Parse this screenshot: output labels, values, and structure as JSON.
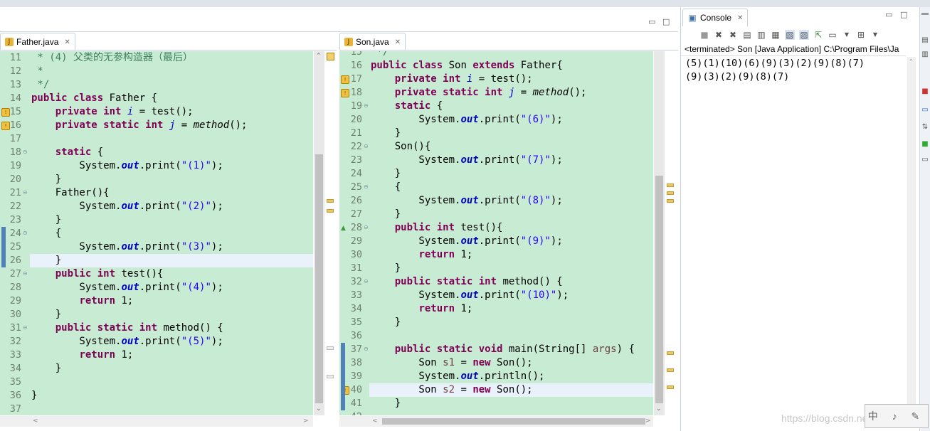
{
  "editor_left": {
    "tab_label": "Father.java",
    "first_line": 11,
    "lines": [
      [
        {
          "t": " * (4) 父类的无参构造器（最后）",
          "c": "cmt"
        }
      ],
      [
        {
          "t": " *",
          "c": "cmt"
        }
      ],
      [
        {
          "t": " */",
          "c": "cmt"
        }
      ],
      [
        {
          "t": "public class",
          "c": "kw"
        },
        {
          "t": " Father {"
        }
      ],
      [
        {
          "t": "    "
        },
        {
          "t": "private int",
          "c": "kw"
        },
        {
          "t": " "
        },
        {
          "t": "i",
          "c": "sfld"
        },
        {
          "t": " = test();"
        }
      ],
      [
        {
          "t": "    "
        },
        {
          "t": "private static int",
          "c": "kw"
        },
        {
          "t": " "
        },
        {
          "t": "j",
          "c": "sfld"
        },
        {
          "t": " = "
        },
        {
          "t": "method",
          "c": "mit"
        },
        {
          "t": "();"
        }
      ],
      [
        {
          "t": ""
        }
      ],
      [
        {
          "t": "    "
        },
        {
          "t": "static",
          "c": "kw"
        },
        {
          "t": " {"
        }
      ],
      [
        {
          "t": "        System."
        },
        {
          "t": "out",
          "c": "fld"
        },
        {
          "t": ".print("
        },
        {
          "t": "\"(1)\"",
          "c": "str"
        },
        {
          "t": ");"
        }
      ],
      [
        {
          "t": "    }"
        }
      ],
      [
        {
          "t": "    Father(){"
        }
      ],
      [
        {
          "t": "        System."
        },
        {
          "t": "out",
          "c": "fld"
        },
        {
          "t": ".print("
        },
        {
          "t": "\"(2)\"",
          "c": "str"
        },
        {
          "t": ");"
        }
      ],
      [
        {
          "t": "    }"
        }
      ],
      [
        {
          "t": "    {"
        }
      ],
      [
        {
          "t": "        System."
        },
        {
          "t": "out",
          "c": "fld"
        },
        {
          "t": ".print("
        },
        {
          "t": "\"(3)\"",
          "c": "str"
        },
        {
          "t": ");"
        }
      ],
      [
        {
          "t": "    }"
        }
      ],
      [
        {
          "t": "    "
        },
        {
          "t": "public int",
          "c": "kw"
        },
        {
          "t": " test(){"
        }
      ],
      [
        {
          "t": "        System."
        },
        {
          "t": "out",
          "c": "fld"
        },
        {
          "t": ".print("
        },
        {
          "t": "\"(4)\"",
          "c": "str"
        },
        {
          "t": ");"
        }
      ],
      [
        {
          "t": "        "
        },
        {
          "t": "return",
          "c": "kw"
        },
        {
          "t": " 1;"
        }
      ],
      [
        {
          "t": "    }"
        }
      ],
      [
        {
          "t": "    "
        },
        {
          "t": "public static int",
          "c": "kw"
        },
        {
          "t": " method() {"
        }
      ],
      [
        {
          "t": "        System."
        },
        {
          "t": "out",
          "c": "fld"
        },
        {
          "t": ".print("
        },
        {
          "t": "\"(5)\"",
          "c": "str"
        },
        {
          "t": ");"
        }
      ],
      [
        {
          "t": "        "
        },
        {
          "t": "return",
          "c": "kw"
        },
        {
          "t": " 1;"
        }
      ],
      [
        {
          "t": "    }"
        }
      ],
      [
        {
          "t": ""
        }
      ],
      [
        {
          "t": "}"
        }
      ],
      [
        {
          "t": ""
        }
      ]
    ]
  },
  "editor_right": {
    "tab_label": "Son.java",
    "first_line": 15,
    "lines": [
      [
        {
          "t": " */",
          "c": "cmt"
        }
      ],
      [
        {
          "t": "public class",
          "c": "kw"
        },
        {
          "t": " Son "
        },
        {
          "t": "extends",
          "c": "kw"
        },
        {
          "t": " Father{"
        }
      ],
      [
        {
          "t": "    "
        },
        {
          "t": "private int",
          "c": "kw"
        },
        {
          "t": " "
        },
        {
          "t": "i",
          "c": "sfld"
        },
        {
          "t": " = test();"
        }
      ],
      [
        {
          "t": "    "
        },
        {
          "t": "private static int",
          "c": "kw"
        },
        {
          "t": " "
        },
        {
          "t": "j",
          "c": "sfld"
        },
        {
          "t": " = "
        },
        {
          "t": "method",
          "c": "mit"
        },
        {
          "t": "();"
        }
      ],
      [
        {
          "t": "    "
        },
        {
          "t": "static",
          "c": "kw"
        },
        {
          "t": " {"
        }
      ],
      [
        {
          "t": "        System."
        },
        {
          "t": "out",
          "c": "fld"
        },
        {
          "t": ".print("
        },
        {
          "t": "\"(6)\"",
          "c": "str"
        },
        {
          "t": ");"
        }
      ],
      [
        {
          "t": "    }"
        }
      ],
      [
        {
          "t": "    Son(){"
        }
      ],
      [
        {
          "t": "        System."
        },
        {
          "t": "out",
          "c": "fld"
        },
        {
          "t": ".print("
        },
        {
          "t": "\"(7)\"",
          "c": "str"
        },
        {
          "t": ");"
        }
      ],
      [
        {
          "t": "    }"
        }
      ],
      [
        {
          "t": "    {"
        }
      ],
      [
        {
          "t": "        System."
        },
        {
          "t": "out",
          "c": "fld"
        },
        {
          "t": ".print("
        },
        {
          "t": "\"(8)\"",
          "c": "str"
        },
        {
          "t": ");"
        }
      ],
      [
        {
          "t": "    }"
        }
      ],
      [
        {
          "t": "    "
        },
        {
          "t": "public int",
          "c": "kw"
        },
        {
          "t": " test(){"
        }
      ],
      [
        {
          "t": "        System."
        },
        {
          "t": "out",
          "c": "fld"
        },
        {
          "t": ".print("
        },
        {
          "t": "\"(9)\"",
          "c": "str"
        },
        {
          "t": ");"
        }
      ],
      [
        {
          "t": "        "
        },
        {
          "t": "return",
          "c": "kw"
        },
        {
          "t": " 1;"
        }
      ],
      [
        {
          "t": "    }"
        }
      ],
      [
        {
          "t": "    "
        },
        {
          "t": "public static int",
          "c": "kw"
        },
        {
          "t": " method() {"
        }
      ],
      [
        {
          "t": "        System."
        },
        {
          "t": "out",
          "c": "fld"
        },
        {
          "t": ".print("
        },
        {
          "t": "\"(10)\"",
          "c": "str"
        },
        {
          "t": ");"
        }
      ],
      [
        {
          "t": "        "
        },
        {
          "t": "return",
          "c": "kw"
        },
        {
          "t": " 1;"
        }
      ],
      [
        {
          "t": "    }"
        }
      ],
      [
        {
          "t": ""
        }
      ],
      [
        {
          "t": "    "
        },
        {
          "t": "public static void",
          "c": "kw"
        },
        {
          "t": " main(String[] "
        },
        {
          "t": "args",
          "c": "var"
        },
        {
          "t": ") {"
        }
      ],
      [
        {
          "t": "        Son "
        },
        {
          "t": "s1",
          "c": "var"
        },
        {
          "t": " = "
        },
        {
          "t": "new",
          "c": "kw"
        },
        {
          "t": " Son();"
        }
      ],
      [
        {
          "t": "        System."
        },
        {
          "t": "out",
          "c": "fld"
        },
        {
          "t": ".println();"
        }
      ],
      [
        {
          "t": "        Son "
        },
        {
          "t": "s2",
          "c": "var"
        },
        {
          "t": " = "
        },
        {
          "t": "new",
          "c": "kw"
        },
        {
          "t": " Son();"
        }
      ],
      [
        {
          "t": "    }"
        }
      ],
      [
        {
          "t": ""
        }
      ]
    ]
  },
  "console": {
    "tab_label": "Console",
    "status": "<terminated> Son [Java Application] C:\\Program Files\\Ja",
    "output": [
      "(5)(1)(10)(6)(9)(3)(2)(9)(8)(7)",
      "(9)(3)(2)(9)(8)(7)"
    ]
  },
  "watermark": "https://blog.csdn.net/",
  "colors": {
    "editor_bg": "#c8ecd3",
    "keyword": "#7f0055",
    "string": "#2a00ff",
    "field": "#0000c0",
    "comment": "#3f7f5f"
  }
}
